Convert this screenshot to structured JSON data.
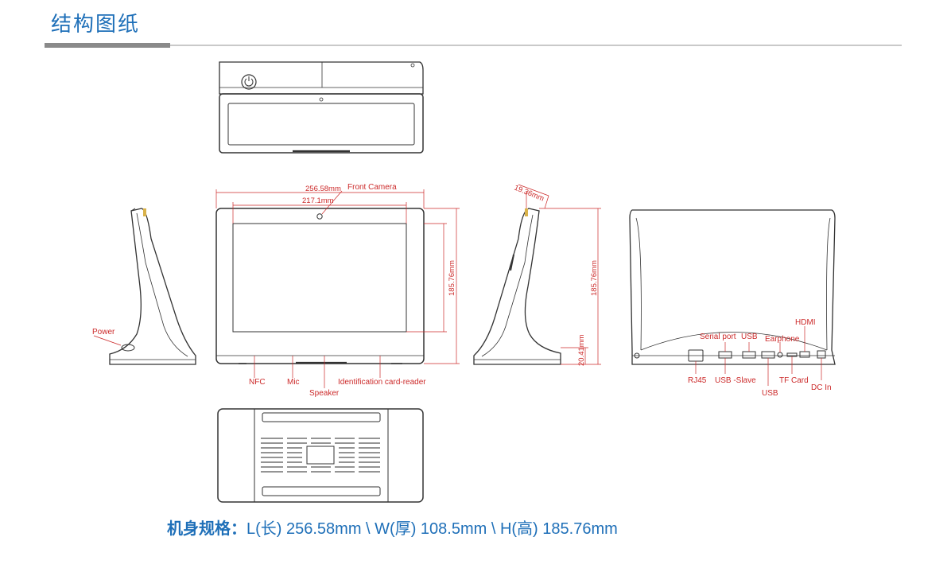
{
  "page": {
    "title": "结构图纸"
  },
  "labels": {
    "front_camera": "Front Camera",
    "power": "Power",
    "nfc": "NFC",
    "mic": "Mic",
    "speaker": "Speaker",
    "id_reader": "Identification card-reader",
    "serial_port": "Serial port",
    "usb_top": "USB",
    "earphone": "Earphone",
    "hdmi": "HDMI",
    "rj45": "RJ45",
    "usb_slave": "USB -Slave",
    "usb_bottom": "USB",
    "tf_card": "TF Card",
    "dc_in": "DC In"
  },
  "dimensions": {
    "width_outer": "256.58mm",
    "width_inner": "217.1mm",
    "height_front": "185.76mm",
    "depth_top": "19.36mm",
    "height_side": "185.76mm",
    "base_height": "20.41mm"
  },
  "spec": {
    "label": "机身规格：",
    "value": "L(长) 256.58mm  \\ W(厚) 108.5mm \\ H(高) 185.76mm"
  },
  "colors": {
    "title": "#1e6fb8",
    "dimension": "#cc2a2a",
    "outline": "#333333"
  }
}
